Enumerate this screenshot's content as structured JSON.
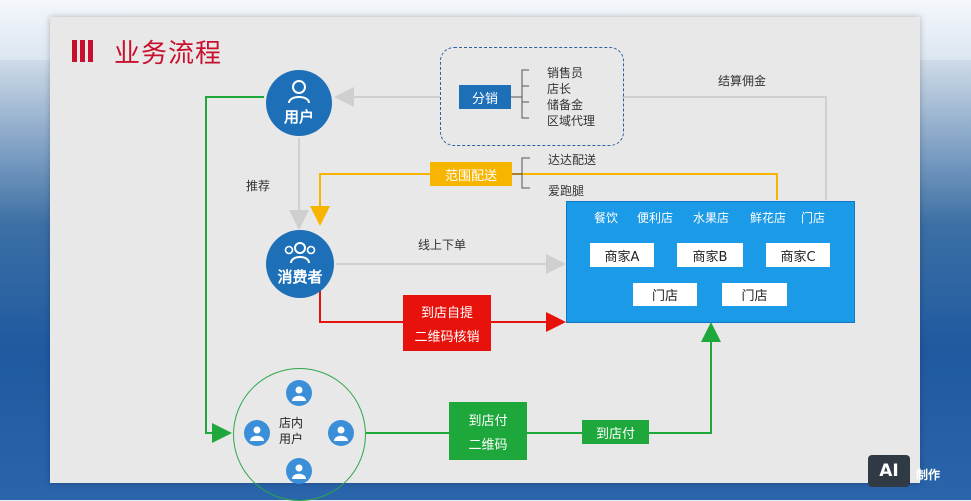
{
  "title": "业务流程",
  "nodes": {
    "user": "用户",
    "consumer": "消费者",
    "in_store_users": "店内\n用户"
  },
  "distribution": {
    "label": "分销",
    "items": [
      "销售员",
      "店长",
      "储备金",
      "区域代理"
    ]
  },
  "settlement": "结算佣金",
  "recommend": "推荐",
  "delivery": {
    "label": "范围配送",
    "items": [
      "达达配送",
      "爱跑腿"
    ]
  },
  "online_order": "线上下单",
  "pickup": {
    "line1": "到店自提",
    "line2": "二维码核销"
  },
  "pay_in_store": {
    "line1": "到店付",
    "line2": "二维码"
  },
  "pay_in_store_arrow": "到店付",
  "store_panel": {
    "categories": [
      "餐饮",
      "便利店",
      "水果店",
      "鲜花店",
      "门店"
    ],
    "merchants": [
      "商家A",
      "商家B",
      "商家C"
    ],
    "stores": [
      "门店",
      "门店"
    ]
  },
  "logo": {
    "mark": "AI",
    "text": "制作"
  },
  "colors": {
    "title": "#c8102e",
    "node_blue": "#1d6fb8",
    "green_flow": "#1ea83c",
    "red_flow": "#e8120c",
    "orange_flow": "#f7b500",
    "gray_flow": "#cfcfcf",
    "store_panel": "#1b9ae8"
  }
}
